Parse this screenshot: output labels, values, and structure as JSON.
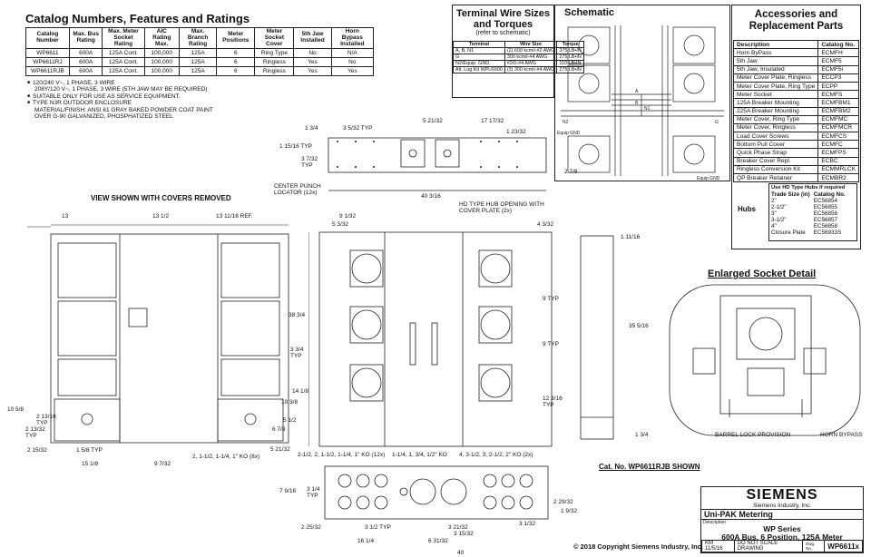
{
  "catalog": {
    "title": "Catalog Numbers, Features and Ratings",
    "headers": [
      "Catalog Number",
      "Max. Bus Rating",
      "Max. Meter Socket Rating",
      "AIC Rating Max.",
      "Max. Branch Rating",
      "Meter Positions",
      "Meter Socket Cover",
      "5th Jaw Installed",
      "Horn Bypass Installed"
    ],
    "rows": [
      [
        "WP6611",
        "600A",
        "125A Cont.",
        "100,000",
        "125A",
        "6",
        "Ring Type",
        "No",
        "N/A"
      ],
      [
        "WP6611RJ",
        "600A",
        "125A Cont.",
        "100,000",
        "125A",
        "6",
        "Ringless",
        "Yes",
        "No"
      ],
      [
        "WP6611RJB",
        "600A",
        "125A Cont.",
        "100,000",
        "125A",
        "6",
        "Ringless",
        "Yes",
        "Yes"
      ]
    ],
    "notes": [
      "120/240 V~, 1 PHASE, 3 WIRE",
      "208Y/120 V~, 1 PHASE, 3 WIRE  (5TH JAW MAY BE REQUIRED)",
      "SUITABLE ONLY FOR USE AS SERVICE EQUIPMENT.",
      "TYPE N3R OUTDOOR ENCLOSURE",
      "MATERIAL/FINISH: ANSI 61 GRAY BAKED POWDER COAT PAINT",
      "OVER G-90 GALVANIZED, PHOSPHATIZED STEEL"
    ]
  },
  "terminal": {
    "title": "Terminal Wire Sizes and Torques",
    "subtitle": "(refer to schematic)",
    "headers": [
      "Terminal",
      "Wire Size",
      "Torque"
    ],
    "rows": [
      [
        "A, B, N1",
        "(2) 600 kcmil-#2 AWG",
        "375 LB•IN"
      ],
      [
        "G",
        "300 kcmil-#4 AWG",
        "275 LB•IN"
      ],
      [
        "N2/Equip. GND.",
        "#2/0-#4 AWG",
        "110 LB•IN"
      ],
      [
        "Alt. Lug Kit WPLK600",
        "(3) 300 kcmil-#4 AWG",
        "275 LB•IN"
      ]
    ]
  },
  "schematic": {
    "title": "Schematic",
    "labels": [
      "A",
      "B",
      "N1",
      "N2",
      "G",
      "Equip GND",
      "Equip GND"
    ]
  },
  "accessories": {
    "title": "Accessories and Replacement Parts",
    "headers": [
      "Description",
      "Catalog No."
    ],
    "rows": [
      [
        "Horn ByPass",
        "ECMFH"
      ],
      [
        "5th Jaw",
        "ECMF5"
      ],
      [
        "5th Jaw, Insulated",
        "ECMF5i"
      ],
      [
        "Meter Cover Plate, Ringless",
        "ECCP3"
      ],
      [
        "Meter Cover Plate, Ring Type",
        "ECPP"
      ],
      [
        "Meter Socket",
        "ECMFS"
      ],
      [
        "125A Breaker Mounting",
        "ECMFBM1"
      ],
      [
        "225A Breaker Mounting",
        "ECMFBM2"
      ],
      [
        "Meter Cover, Ring Type",
        "ECMFMC"
      ],
      [
        "Meter Cover, Ringless",
        "ECMFMCR"
      ],
      [
        "Load Cover Screws",
        "ECMFCS"
      ],
      [
        "Bottom Pull Cover",
        "ECMFC"
      ],
      [
        "Quick Phase Strap",
        "ECMFPS"
      ],
      [
        "Breaker Cover Repl.",
        "ECBC"
      ],
      [
        "Ringless Conversion Kit",
        "ECMMRLCK"
      ],
      [
        "QP Breaker Retainer",
        "ECMBR2"
      ]
    ],
    "hubs_label": "Hubs",
    "hubs_note": "Use HD Type Hubs if required",
    "hubs_headers": [
      "Trade Size (in)",
      "Catalog No."
    ],
    "hubs_rows": [
      [
        "2\"",
        "EC56854"
      ],
      [
        "2-1/2\"",
        "EC56855"
      ],
      [
        "3\"",
        "EC56856"
      ],
      [
        "3-1/2\"",
        "EC56857"
      ],
      [
        "4\"",
        "EC56858"
      ],
      [
        "Closure Plate",
        "EC56933S"
      ]
    ]
  },
  "views": {
    "covers_removed": "VIEW SHOWN WITH COVERS REMOVED",
    "enlarged_title": "Enlarged Socket Detail",
    "barrel_lock": "BARREL LOCK PROVISION",
    "horn_bypass": "HORN BYPASS",
    "center_punch": "CENTER PUNCH LOCATOR (12x)",
    "hd_hub": "HD TYPE HUB OPENING WITH COVER PLATE (2x)",
    "shown": "Cat. No. WP6611RJB SHOWN",
    "ko1": "2-1/2, 2, 1-1/2, 1-1/4, 1\" KO (12x)",
    "ko2": "1-1/4, 1, 3/4, 1/2\" KO",
    "ko3": "4, 3-1/2, 3, 2-1/2, 2\" KO (2x)",
    "ko4": "2, 1-1/2, 1-1/4, 1\" KO (8x)"
  },
  "dims": {
    "top_1_3_4": "1 3/4",
    "top_3_5_32": "3 5/32 TYP",
    "top_5_21_32": "5 21/32",
    "top_17_17_32": "17 17/32",
    "top_1_23_32": "1 23/32",
    "top_1_15_16": "1 15/16 TYP",
    "top_3_7_32": "3 7/32 TYP",
    "top_2_7_8": "2 7/8",
    "top_40_3_16": "40 3/16",
    "f_13": "13",
    "f_13_1_2": "13 1/2",
    "f_13_11_16": "13 11/16 REF.",
    "f_10_5_8": "10 5/8",
    "f_2_13_16": "2 13/16 TYP",
    "f_2_13_32": "2 13/32 TYP",
    "f_2_15_32": "2 15/32",
    "f_1_5_8": "1 5/8 TYP",
    "f_15_1_8": "15 1/8",
    "f_9_7_32": "9 7/32",
    "m_9_1_32": "9 1/32",
    "m_5_3_32": "5 3/32",
    "m_4_3_32": "4 3/32",
    "m_38_3_4": "38 3/4",
    "m_3_3_4": "3 3/4 TYP",
    "m_14_1_8": "14 1/8",
    "m_10_3_8": "10 3/8",
    "m_5_1_2": "5 1/2",
    "m_6_7_8": "6 7/8",
    "m_5_21_32": "5 21/32",
    "m_9_typ": "9 TYP",
    "m_9_typ2": "9 TYP",
    "m_12_3_16": "12 3/16 TYP",
    "s_1_11_16": "1 11/16",
    "s_35_5_16": "35 5/16",
    "s_1_3_4": "1 3/4",
    "b_7_9_16": "7 9/16",
    "b_3_1_4": "3 1/4 TYP",
    "b_2_25_32": "2 25/32",
    "b_3_1_2": "3 1/2 TYP",
    "b_16_1_4": "16 1/4",
    "b_6_31_32": "6 31/32",
    "b_40": "40",
    "b_3_21_32": "3 21/32",
    "b_3_15_32": "3 15/32",
    "b_2_29_32": "2 29/32",
    "b_1_9_32": "1 9/32",
    "b_3_1_32": "3 1/32"
  },
  "title_block": {
    "brand": "SIEMENS",
    "brand_sub": "Siemens Industry, Inc.",
    "product": "Uni-PAK Metering",
    "desc_label": "Description",
    "series": "WP Series",
    "desc": "600A Bus, 6 Position, 125A Meter",
    "rev": "KM 11/5/16",
    "scale": "DO NOT SCALE DRAWING",
    "dwg_label": "Dwg. No.",
    "dwg_no": "WP6611x"
  },
  "copyright": "© 2018 Copyright Siemens Industry, Inc."
}
